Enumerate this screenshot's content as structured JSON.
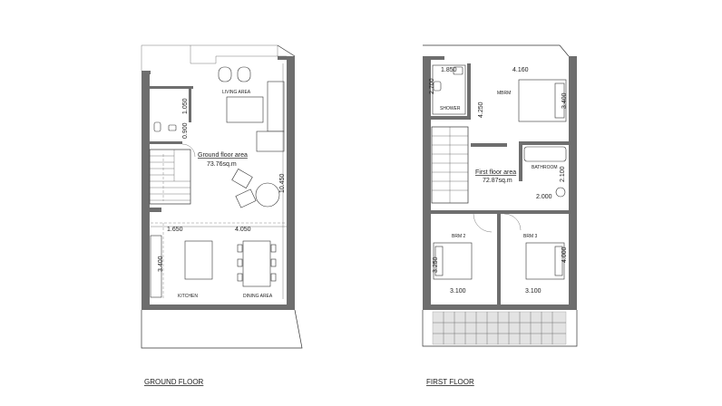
{
  "ground_floor": {
    "title": "GROUND FLOOR",
    "area_name": "Ground floor area",
    "area_value": "73.76sq.m",
    "rooms": {
      "living": "LIVING AREA",
      "kitchen": "KITCHEN",
      "dining": "DINING AREA"
    },
    "dimensions": {
      "d1050": "1.050",
      "d0900": "0.900",
      "d10450": "10.450",
      "d1650": "1.650",
      "d4050": "4.050",
      "d3400": "3.400"
    }
  },
  "first_floor": {
    "title": "FIRST FLOOR",
    "area_name": "First floor area",
    "area_value": "72.87sq.m",
    "rooms": {
      "mbrm": "MBRM",
      "shower": "SHOWER",
      "bathroom": "BATHROOM",
      "brm2": "BRM 2",
      "brm3": "BRM 3"
    },
    "dimensions": {
      "d1850": "1.850",
      "d4160": "4.160",
      "d2700": "2.700",
      "d4250": "4.250",
      "d3400": "3.400",
      "d2100": "2.100",
      "d2000": "2.000",
      "d3250": "3.250",
      "d4000": "4.000",
      "d3100a": "3.100",
      "d3100b": "3.100"
    }
  }
}
